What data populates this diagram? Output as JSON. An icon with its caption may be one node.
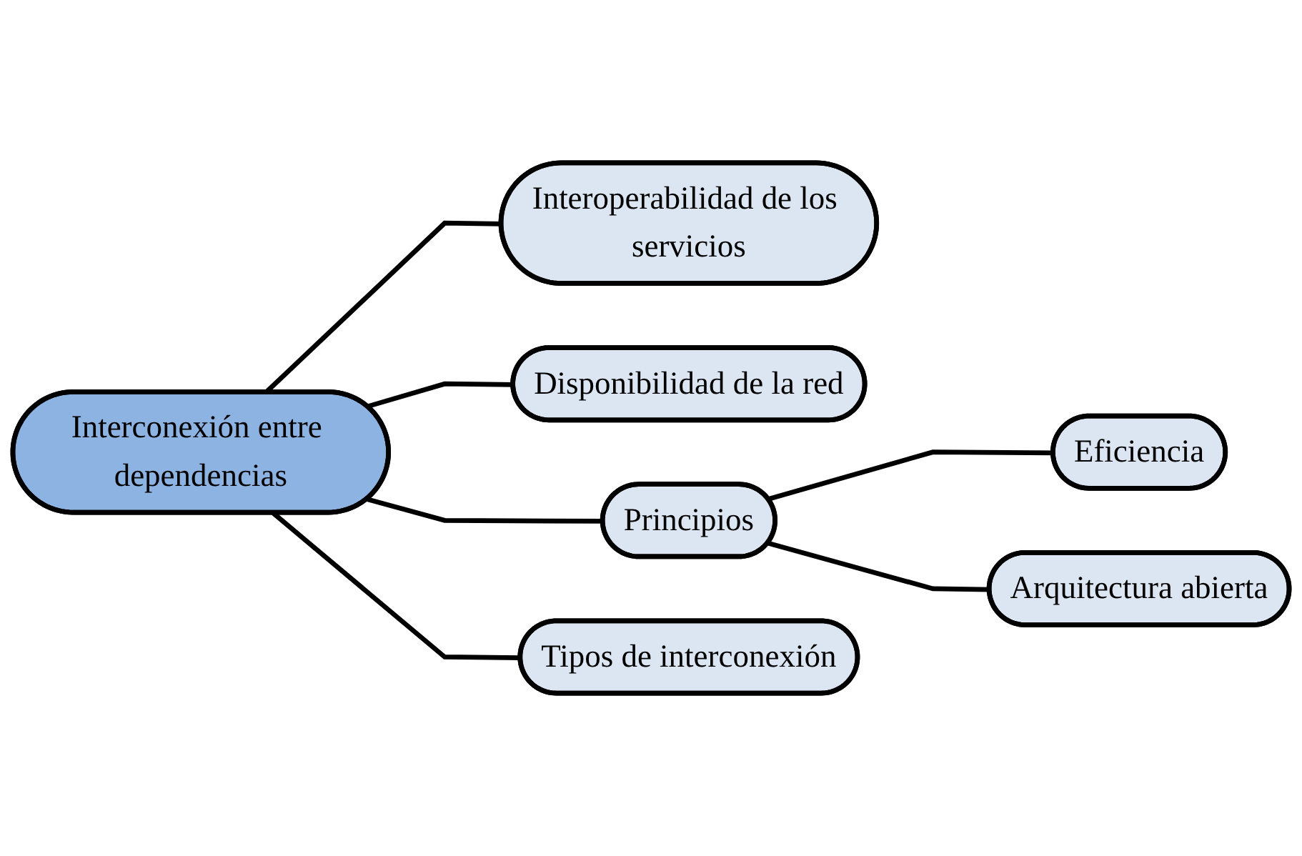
{
  "diagram": {
    "nodes": [
      {
        "text": [
          "Interoperabilidad de los servicios"
        ]
      },
      {
        "text": [
          "Disponibilidad de la red"
        ]
      },
      {
        "text": [
          "Interconexión entre dependencias"
        ]
      },
      {
        "text": [
          "Principios"
        ]
      },
      {
        "text": [
          "Tipos de interconexión"
        ]
      },
      {
        "text": [
          "Eficiencia"
        ]
      },
      {
        "text": [
          "Arquitectura abierta"
        ]
      }
    ],
    "edges": [
      {
        "from": 2,
        "to": 0,
        "arrow": "none"
      },
      {
        "from": 2,
        "to": 1,
        "arrow": "none"
      },
      {
        "from": 2,
        "to": 3,
        "arrow": "none"
      },
      {
        "from": 2,
        "to": 4,
        "arrow": "none"
      },
      {
        "from": 3,
        "to": 5,
        "arrow": "none"
      },
      {
        "from": 3,
        "to": 6,
        "arrow": "none"
      }
    ]
  }
}
